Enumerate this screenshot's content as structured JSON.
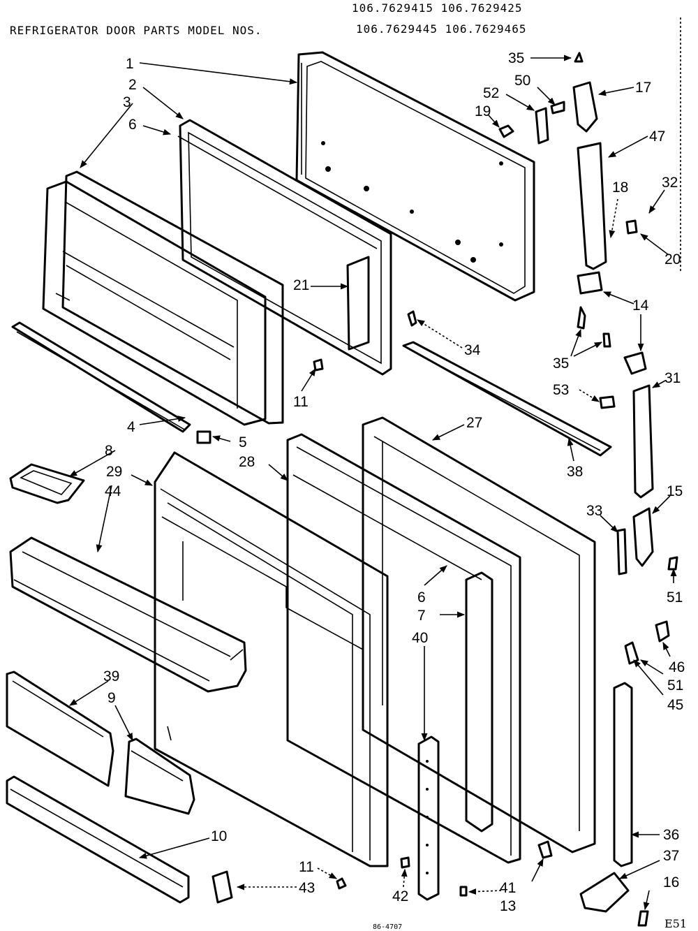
{
  "header": {
    "title": "REFRIGERATOR DOOR PARTS MODEL NOS.",
    "model_row_1": "106.7629415 106.7629425",
    "model_row_2": "106.7629445 106.7629465"
  },
  "footer": {
    "drawing_code": "E51",
    "small_code": "86-4707"
  },
  "callouts": [
    "1",
    "2",
    "3",
    "6",
    "4",
    "8",
    "29",
    "44",
    "39",
    "9",
    "10",
    "11",
    "43",
    "5",
    "28",
    "21",
    "11",
    "27",
    "6",
    "7",
    "40",
    "42",
    "41",
    "13",
    "34",
    "38",
    "35",
    "50",
    "52",
    "17",
    "19",
    "47",
    "18",
    "32",
    "20",
    "14",
    "35",
    "53",
    "31",
    "15",
    "33",
    "51",
    "46",
    "51",
    "45",
    "36",
    "37",
    "16"
  ]
}
